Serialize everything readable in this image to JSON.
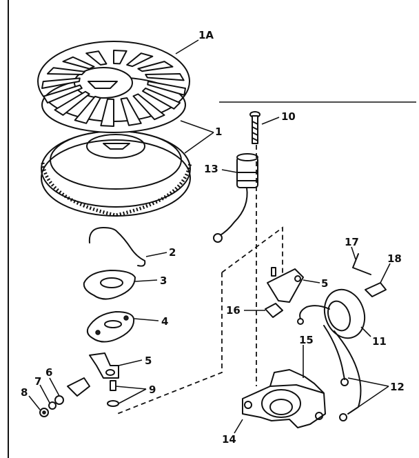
{
  "callouts": {
    "c1A": "1A",
    "c1": "1",
    "c2": "2",
    "c3": "3",
    "c4": "4",
    "c5a": "5",
    "c5b": "5",
    "c6": "6",
    "c7": "7",
    "c8": "8",
    "c9": "9",
    "c10": "10",
    "c11": "11",
    "c12": "12",
    "c13": "13",
    "c14": "14",
    "c15": "15",
    "c16": "16",
    "c17": "17",
    "c18": "18"
  }
}
